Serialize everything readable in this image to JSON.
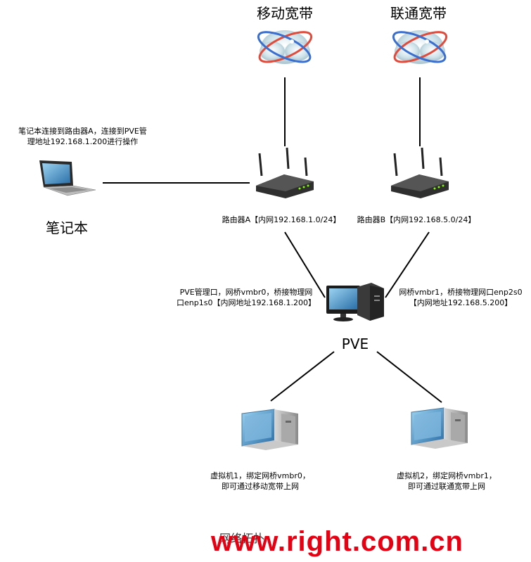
{
  "isp_mobile": "移动宽带",
  "isp_unicom": "联通宽带",
  "laptop": {
    "note_line1": "笔记本连接到路由器A，连接到PVE管",
    "note_line2": "理地址192.168.1.200进行操作",
    "title": "笔记本"
  },
  "router_a": "路由器A【内网192.168.1.0/24】",
  "router_b": "路由器B【内网192.168.5.0/24】",
  "pve": {
    "title": "PVE",
    "left_line1": "PVE管理口，网桥vmbr0，桥接物理网",
    "left_line2": "口enp1s0【内网地址192.168.1.200】",
    "right_line1": "网桥vmbr1，桥接物理网口enp2s0",
    "right_line2": "【内网地址192.168.5.200】"
  },
  "vm1": {
    "line1": "虚拟机1，绑定网桥vmbr0，",
    "line2": "即可通过移动宽带上网"
  },
  "vm2": {
    "line1": "虚拟机2，绑定网桥vmbr1，",
    "line2": "即可通过联通宽带上网"
  },
  "footer": "网络拓扑",
  "watermark": "www.right.com.cn"
}
